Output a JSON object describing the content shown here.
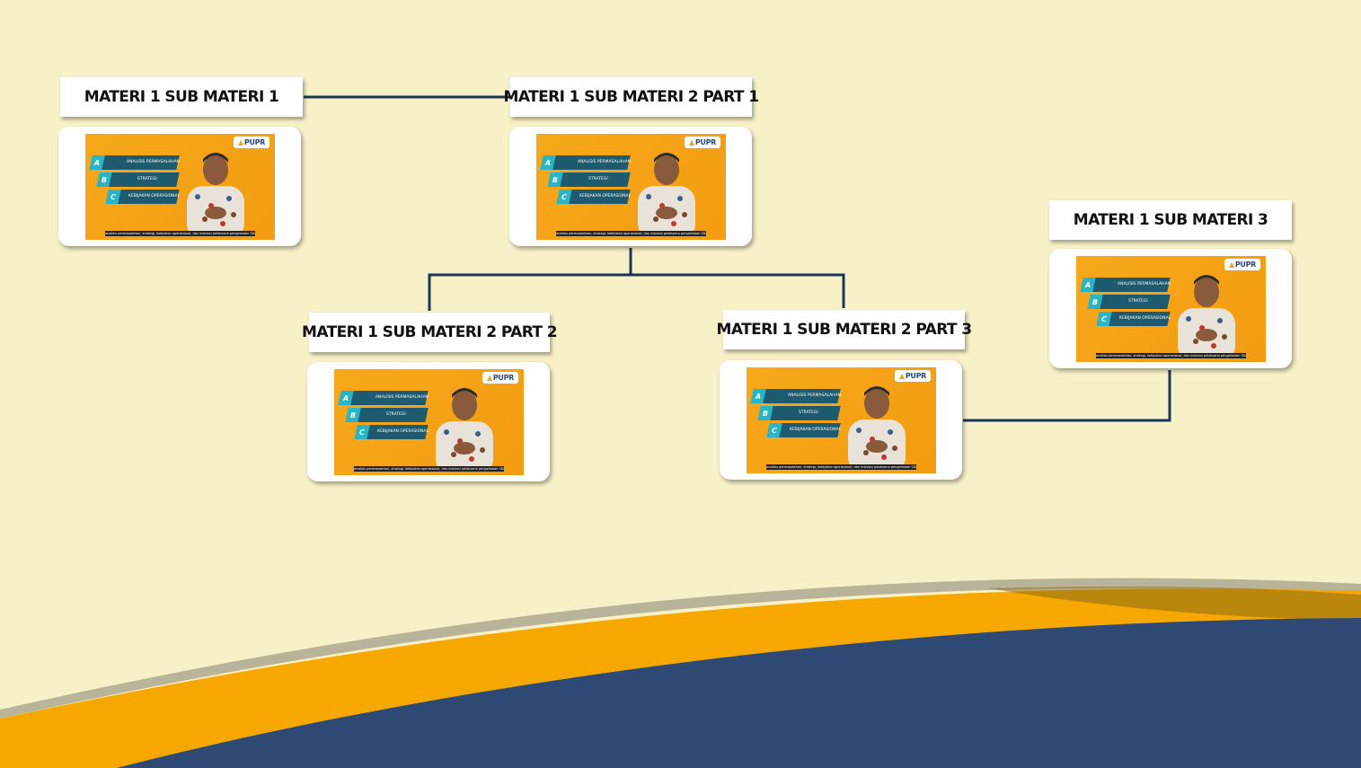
{
  "colors": {
    "background": "#f8f0c7",
    "connector": "#1c3558",
    "wave_orange": "#f6a800",
    "wave_navy": "#2e4a74",
    "video_bg": "#f7a81b"
  },
  "nodes": [
    {
      "id": "sub-materi-1",
      "title": "MATERI 1 SUB MATERI 1"
    },
    {
      "id": "sub-materi-2-part-1",
      "title": "MATERI 1 SUB MATERI 2 PART 1"
    },
    {
      "id": "sub-materi-2-part-2",
      "title": "MATERI 1 SUB MATERI 2 PART 2"
    },
    {
      "id": "sub-materi-2-part-3",
      "title": "MATERI 1 SUB MATERI 2 PART 3"
    },
    {
      "id": "sub-materi-3",
      "title": "MATERI 1 SUB MATERI 3"
    }
  ],
  "video": {
    "logo": "PUPR",
    "rows": [
      {
        "letter": "A",
        "text": "ANALISIS PERMASALAHAN"
      },
      {
        "letter": "B",
        "text": "STRATEGI"
      },
      {
        "letter": "C",
        "text": "KEBIJAKAN OPERASIONAL"
      }
    ],
    "caption": "analisis permasalahan, strategi, kebijakan operasional, dan instansi pelaksana pengelolaan SDA"
  }
}
